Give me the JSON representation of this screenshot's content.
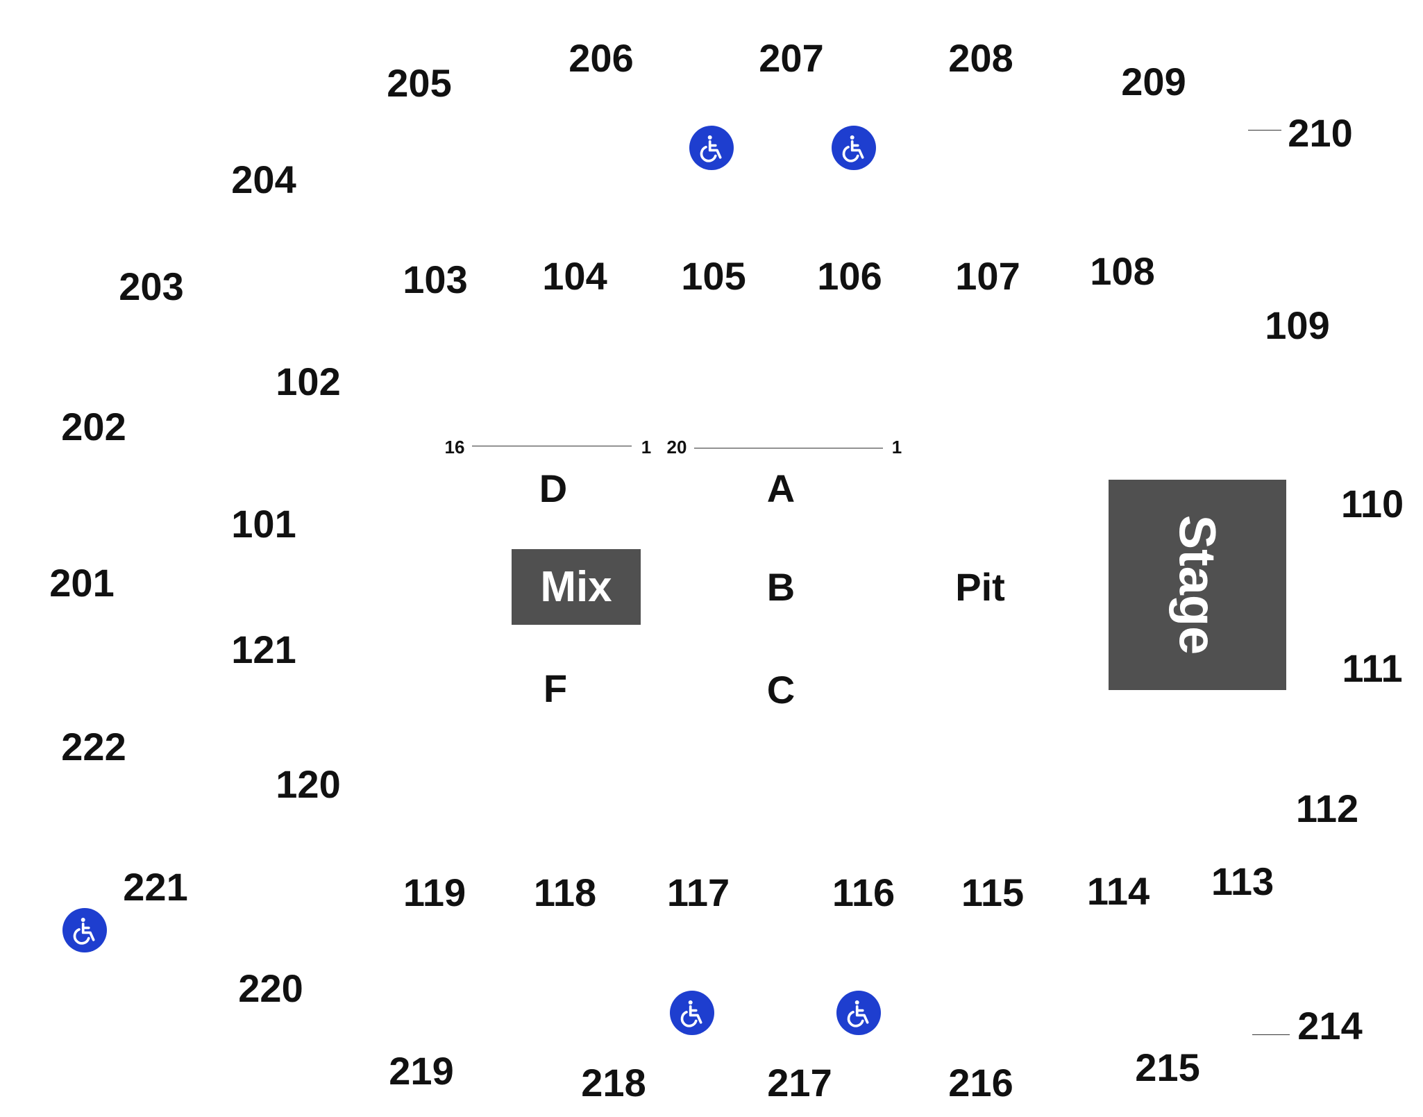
{
  "sections_200": {
    "s201": "201",
    "s202": "202",
    "s203": "203",
    "s204": "204",
    "s205": "205",
    "s206": "206",
    "s207": "207",
    "s208": "208",
    "s209": "209",
    "s210": "210",
    "s214": "214",
    "s215": "215",
    "s216": "216",
    "s217": "217",
    "s218": "218",
    "s219": "219",
    "s220": "220",
    "s221": "221",
    "s222": "222"
  },
  "sections_100": {
    "s101": "101",
    "s102": "102",
    "s103": "103",
    "s104": "104",
    "s105": "105",
    "s106": "106",
    "s107": "107",
    "s108": "108",
    "s109": "109",
    "s110": "110",
    "s111": "111",
    "s112": "112",
    "s113": "113",
    "s114": "114",
    "s115": "115",
    "s116": "116",
    "s117": "117",
    "s118": "118",
    "s119": "119",
    "s120": "120",
    "s121": "121"
  },
  "floor": {
    "a": "A",
    "b": "B",
    "c": "C",
    "d": "D",
    "f": "F",
    "pit": "Pit"
  },
  "rows": {
    "left_start": "16",
    "left_end": "1",
    "right_start": "20",
    "right_end": "1"
  },
  "features": {
    "mix": "Mix",
    "stage": "Stage"
  },
  "icons": {
    "accessible": "wheelchair-icon"
  },
  "colors": {
    "stage_fill": "#505050",
    "accessible_icon": "#1e3ecf",
    "text": "#111111"
  }
}
